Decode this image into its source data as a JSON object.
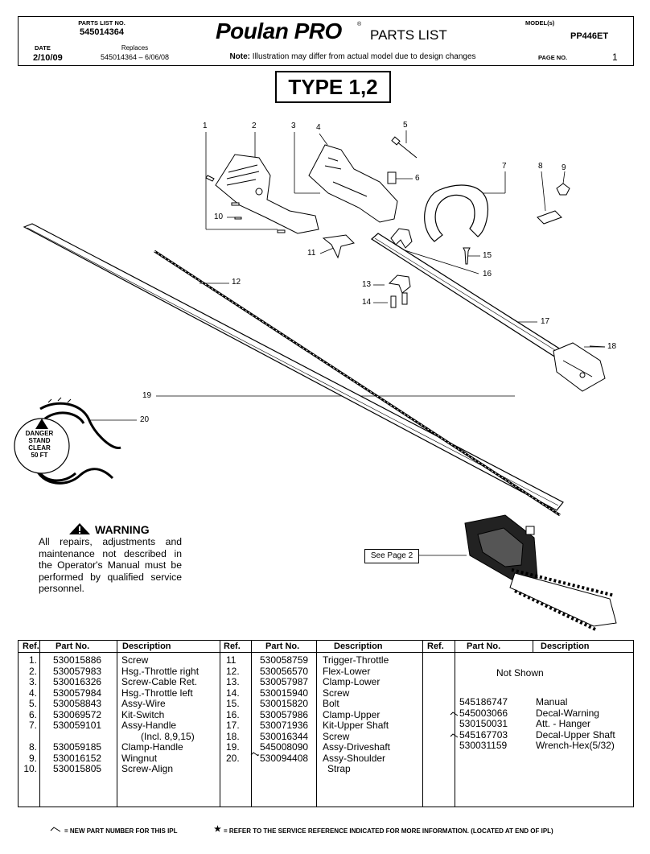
{
  "header": {
    "parts_list_no_label": "PARTS LIST NO.",
    "parts_list_no": "545014364",
    "date_label": "DATE",
    "date": "2/10/09",
    "replaces_label": "Replaces",
    "replaces": "545014364 – 6/06/08",
    "brand": "Poulan PRO",
    "registered": "®",
    "title": "PARTS LIST",
    "note_label": "Note:",
    "note": " Illustration may differ from actual model due to design changes",
    "model_label": "MODEL(s)",
    "model": "PP446ET",
    "page_label": "PAGE   NO.",
    "page": "1"
  },
  "type_label": "TYPE 1,2",
  "diagram": {
    "callouts": [
      "1",
      "2",
      "3",
      "4",
      "5",
      "6",
      "7",
      "8",
      "9",
      "10",
      "11",
      "12",
      "13",
      "14",
      "15",
      "16",
      "17",
      "18",
      "19",
      "20"
    ],
    "decal_lines": [
      "DANGER",
      "STAND",
      "CLEAR",
      "50 FT"
    ],
    "see_page": "See Page 2"
  },
  "warning": {
    "title": "WARNING",
    "text": "All repairs, adjustments and maintenance not described in the Operator's Manual must be performed by qualified service personnel."
  },
  "table": {
    "headers": [
      "Ref.",
      "Part No.",
      "Description",
      "Ref.",
      "Part No.",
      "Description",
      "Ref.",
      "Part No.",
      "Description"
    ],
    "col1": {
      "refs": [
        "1.",
        "2.",
        "3.",
        "4.",
        "5.",
        "6.",
        "7.",
        "",
        "8.",
        "9.",
        "10."
      ],
      "parts": [
        "530015886",
        "530057983",
        "530016326",
        "530057984",
        "530058843",
        "530069572",
        "530059101",
        "",
        "530059185",
        "530016152",
        "530015805"
      ],
      "descs": [
        "Screw",
        "Hsg.-Throttle right",
        "Screw-Cable Ret.",
        "Hsg.-Throttle left",
        "Assy-Wire",
        "Kit-Switch",
        "Assy-Handle",
        "(Incl. 8,9,15)",
        "Clamp-Handle",
        "Wingnut",
        "Screw-Align"
      ]
    },
    "col2": {
      "refs": [
        "11",
        "12.",
        "13.",
        "14.",
        "15.",
        "16.",
        "17.",
        "18.",
        "19.",
        "20.",
        ""
      ],
      "parts": [
        "530058759",
        "530056570",
        "530057987",
        "530015940",
        "530015820",
        "530057986",
        "530071936",
        "530016344",
        "545008090",
        "530094408",
        ""
      ],
      "descs": [
        "Trigger-Throttle",
        "Flex-Lower",
        "Clamp-Lower",
        "Screw",
        "Bolt",
        "Clamp-Upper",
        "Kit-Upper Shaft",
        "Screw",
        "Assy-Driveshaft",
        "Assy-Shoulder",
        "Strap"
      ]
    },
    "col3": {
      "not_shown": "Not Shown",
      "parts": [
        "545186747",
        "545003066",
        "530150031",
        "545167703",
        "530031159"
      ],
      "descs": [
        "Manual",
        "Decal-Warning",
        "Att. - Hanger",
        "Decal-Upper Shaft",
        "Wrench-Hex(5/32)"
      ]
    }
  },
  "footer": {
    "new_part": "= NEW PART NUMBER FOR THIS  IPL",
    "service_ref": "= REFER TO THE SERVICE REFERENCE  INDICATED FOR MORE INFORMATION. (LOCATED AT END OF IPL)"
  }
}
